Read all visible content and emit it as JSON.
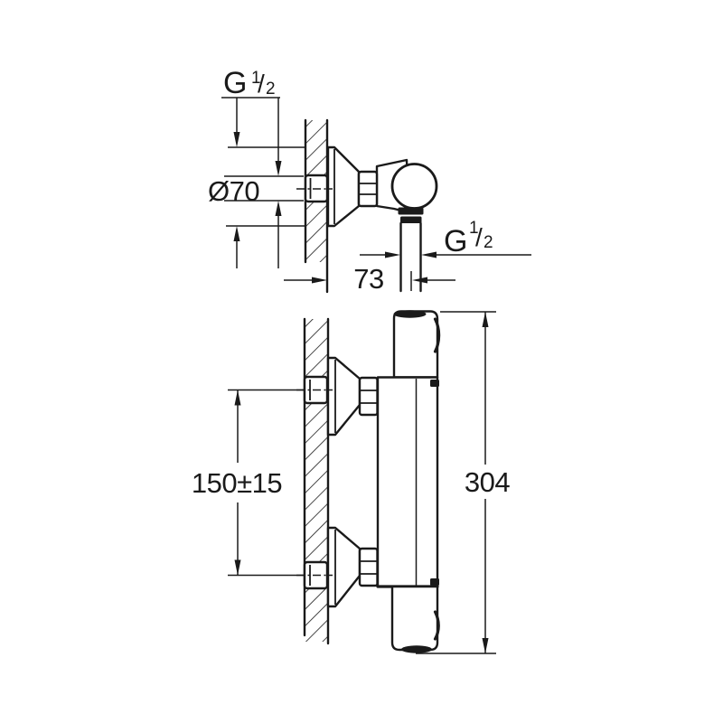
{
  "page": {
    "background_color": "#ffffff",
    "line_color": "#1a1a1a",
    "description": "Technical dimension drawing of a wall-mounted thermostatic shower valve, two views"
  },
  "top_view": {
    "inlet_thread_label": {
      "prefix": "G",
      "numerator": "1",
      "slash": "/",
      "denominator": "2"
    },
    "escutcheon_diameter_label": "Ø70",
    "outlet_thread_label": {
      "prefix": "G",
      "numerator": "1",
      "slash": "/",
      "denominator": "2"
    },
    "wall_to_outlet_distance": "73"
  },
  "front_view": {
    "inlet_spacing_dimension": "150±15",
    "overall_height_dimension": "304"
  }
}
